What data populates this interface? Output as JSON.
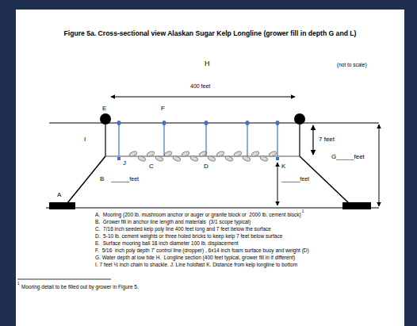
{
  "diagram": {
    "title": "Figure 5a. Cross-sectional view Alaskan Sugar Kelp Longline (grower fill in depth G and L)",
    "labels": [
      "H",
      "(not to scale)",
      "400 feet",
      "E",
      "F",
      "I",
      "7 feet",
      "G_____feet",
      "C",
      "D",
      "J",
      "B",
      "______feet",
      "K",
      "______feet",
      "A",
      "A.  Mooring (200 lb. mushroom anchor or auger or granite block or  2000 lb. cement block)",
      "1",
      "B.  Grower fill in anchor line length and materials  (3/1 scope typical)",
      "C.  7/16 inch seeded kelp poly line 400 feet long and 7 feet below the surface",
      "D.  5-10 lb. cement weights or three holed bricks to keep kelp 7 feet below surface",
      "E.  Surface mooring ball 18 inch diameter 100 lb. displacement",
      "F.  5/16  inch poly depth 7' control line (dropper) , 6x14 inch foam surface buoy and weight (D)",
      "G. Water depth at low tide H.  Longline section (400 feet typical, grower fill in if different)",
      "I. 7 feet ½ inch chain to shackle. J. Line holdfast K. Distance from kelp longline to bottom",
      "1",
      "Mooring detail to be filled out by grower in Figure 5."
    ]
  }
}
